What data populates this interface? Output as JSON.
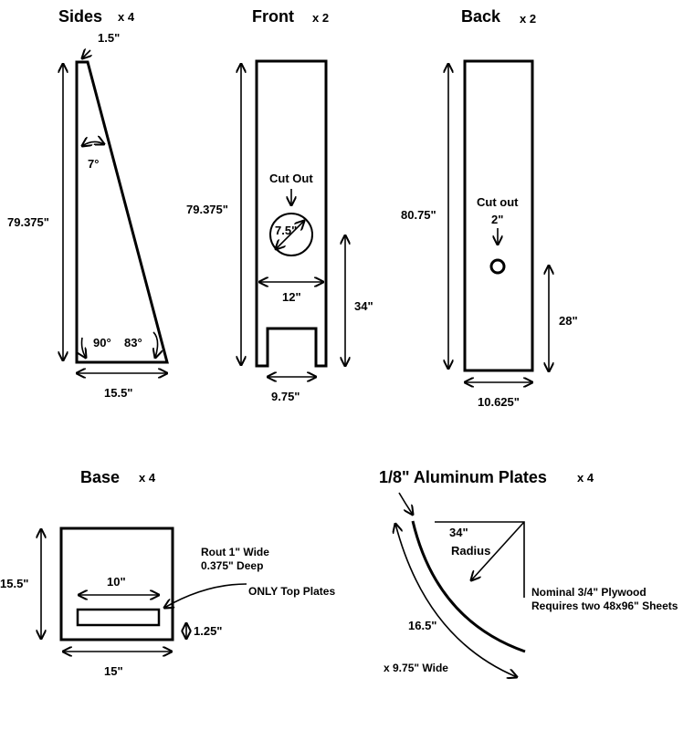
{
  "sides": {
    "title": "Sides",
    "qty": "x 4",
    "top_width": "1.5\"",
    "height": "79.375\"",
    "angle_top": "7°",
    "angle_left": "90°",
    "angle_right": "83°",
    "bottom_width": "15.5\""
  },
  "front": {
    "title": "Front",
    "qty": "x 2",
    "height": "79.375\"",
    "cutout_label": "Cut Out",
    "hole_diameter": "7.5\"",
    "hole_height": "34\"",
    "width": "12\"",
    "notch_width": "9.75\""
  },
  "back": {
    "title": "Back",
    "qty": "x 2",
    "height": "80.75\"",
    "cutout_label": "Cut out",
    "hole_diameter": "2\"",
    "hole_height": "28\"",
    "width": "10.625\""
  },
  "base": {
    "title": "Base",
    "qty": "x 4",
    "height": "15.5\"",
    "slot_length": "10\"",
    "slot_width": "1.25\"",
    "width": "15\"",
    "rout_line1": "Rout 1\" Wide",
    "rout_line2": "0.375\" Deep",
    "rout_line3": "ONLY Top Plates"
  },
  "plates": {
    "title": "1/8\" Aluminum Plates",
    "qty": "x 4",
    "radius_value": "34\"",
    "radius_label": "Radius",
    "arc_length": "16.5\"",
    "plate_width": "x 9.75\"  Wide",
    "material_line1": "Nominal 3/4\" Plywood",
    "material_line2": "Requires two 48x96\" Sheets"
  }
}
